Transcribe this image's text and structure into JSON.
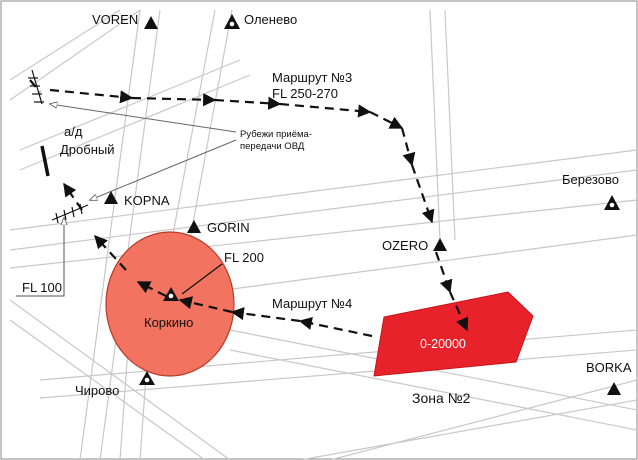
{
  "colors": {
    "airspace_lines": "#c8c8c8",
    "route": "#111111",
    "zone_fill": "#e8222a",
    "circle_fill": "#f2735f",
    "circle_stroke": "#b53a2a"
  },
  "points": {
    "voren": "VOREN",
    "olenevo": "Оленево",
    "kopna": "KOPNA",
    "gorin": "GORIN",
    "ozero": "OZERO",
    "berezovo": "Березово",
    "borka": "BORKA",
    "korkino": "Коркино",
    "chirovo": "Чирово"
  },
  "routes": {
    "route3_name": "Маршрут №3",
    "route3_fl": "FL 250-270",
    "route4_name": "Маршрут №4"
  },
  "aerodrome": {
    "line1": "а/д",
    "line2": "Дробный"
  },
  "boundary_note": {
    "line1": "Рубежи приёма-",
    "line2": "передачи ОВД"
  },
  "levels": {
    "fl100": "FL 100",
    "fl200": "FL 200"
  },
  "zone": {
    "range": "0-20000",
    "name": "Зона №2"
  },
  "icons": {
    "triangle": "navaid-triangle-icon",
    "circle_triangle": "settlement-triangle-icon"
  }
}
